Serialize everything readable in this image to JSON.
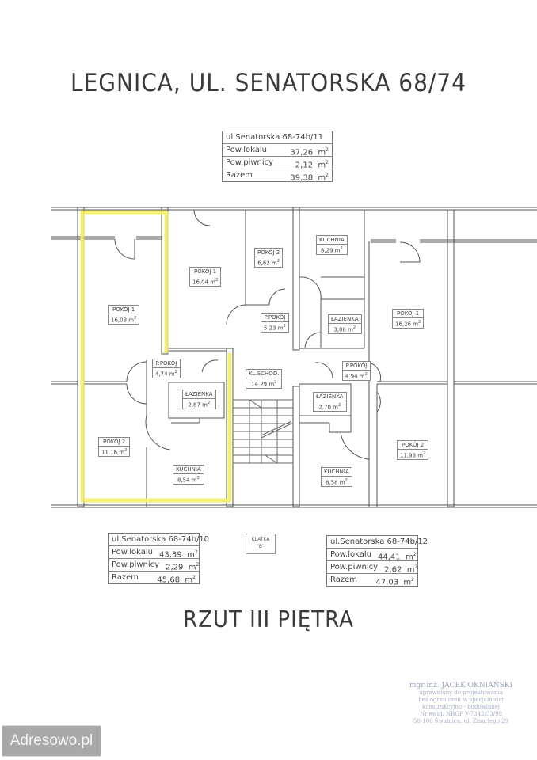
{
  "title": "LEGNICA, UL. SENATORSKA 68/74",
  "floor_title": "RZUT III PIĘTRA",
  "apartments": [
    {
      "id": "apt-11",
      "address": "ul.Senatorska 68-74b/11",
      "pow_lokalu_label": "Pow.lokalu",
      "pow_lokalu": "37,26",
      "pow_piwnicy_label": "Pow.piwnicy",
      "pow_piwnicy": "2,12",
      "razem_label": "Razem",
      "razem": "39,38",
      "unit": "m",
      "unit_sup": "2"
    },
    {
      "id": "apt-10",
      "address": "ul.Senatorska 68-74b/10",
      "pow_lokalu_label": "Pow.lokalu",
      "pow_lokalu": "43,39",
      "pow_piwnicy_label": "Pow.piwnicy",
      "pow_piwnicy": "2,29",
      "razem_label": "Razem",
      "razem": "45,68",
      "unit": "m",
      "unit_sup": "2"
    },
    {
      "id": "apt-12",
      "address": "ul.Senatorska 68-74b/12",
      "pow_lokalu_label": "Pow.lokalu",
      "pow_lokalu": "44,41",
      "pow_piwnicy_label": "Pow.piwnicy",
      "pow_piwnicy": "2,62",
      "razem_label": "Razem",
      "razem": "47,03",
      "unit": "m",
      "unit_sup": "2"
    }
  ],
  "rooms": [
    {
      "name": "POKÓJ 1",
      "area": "16,08 m",
      "sup": "2"
    },
    {
      "name": "POKÓJ 1",
      "area": "16,04 m",
      "sup": "2"
    },
    {
      "name": "POKÓJ 2",
      "area": "6,62 m",
      "sup": "2"
    },
    {
      "name": "KUCHNIA",
      "area": "8,29 m",
      "sup": "2"
    },
    {
      "name": "P.POKÓJ",
      "area": "5,23 m",
      "sup": "2"
    },
    {
      "name": "ŁAZIENKA",
      "area": "3,08 m",
      "sup": "2"
    },
    {
      "name": "POKÓJ 1",
      "area": "16,26 m",
      "sup": "2"
    },
    {
      "name": "P.POKÓJ",
      "area": "4,74 m",
      "sup": "2"
    },
    {
      "name": "KL.SCHOD.",
      "area": "14,29 m",
      "sup": "2"
    },
    {
      "name": "P.POKÓJ",
      "area": "4,94 m",
      "sup": "2"
    },
    {
      "name": "ŁAZIENKA",
      "area": "2,87 m",
      "sup": "2"
    },
    {
      "name": "ŁAZIENKA",
      "area": "2,70 m",
      "sup": "2"
    },
    {
      "name": "POKÓJ 2",
      "area": "11,16 m",
      "sup": "2"
    },
    {
      "name": "POKÓJ 2",
      "area": "11,93 m",
      "sup": "2"
    },
    {
      "name": "KUCHNIA",
      "area": "8,54 m",
      "sup": "2"
    },
    {
      "name": "KUCHNIA",
      "area": "8,58 m",
      "sup": "2"
    }
  ],
  "klatka": {
    "line1": "KLATKA",
    "line2": "\"B\""
  },
  "stamp": {
    "line1": "mgr inż. JACEK OKNIAŃSKI",
    "line2": "uprawniony do projektowania",
    "line3": "bez ograniczeń w specjalności",
    "line4": "konstrukcyjno - budowlanej",
    "line5": "Nr ewid. NBGP V-7342/33/98",
    "line6": "58-100 Świdnica, ul. Zmarłego 29"
  },
  "watermark": "Adresowo.pl",
  "colors": {
    "highlight": "#f3ef5a",
    "wall": "#555555",
    "text": "#444444"
  }
}
